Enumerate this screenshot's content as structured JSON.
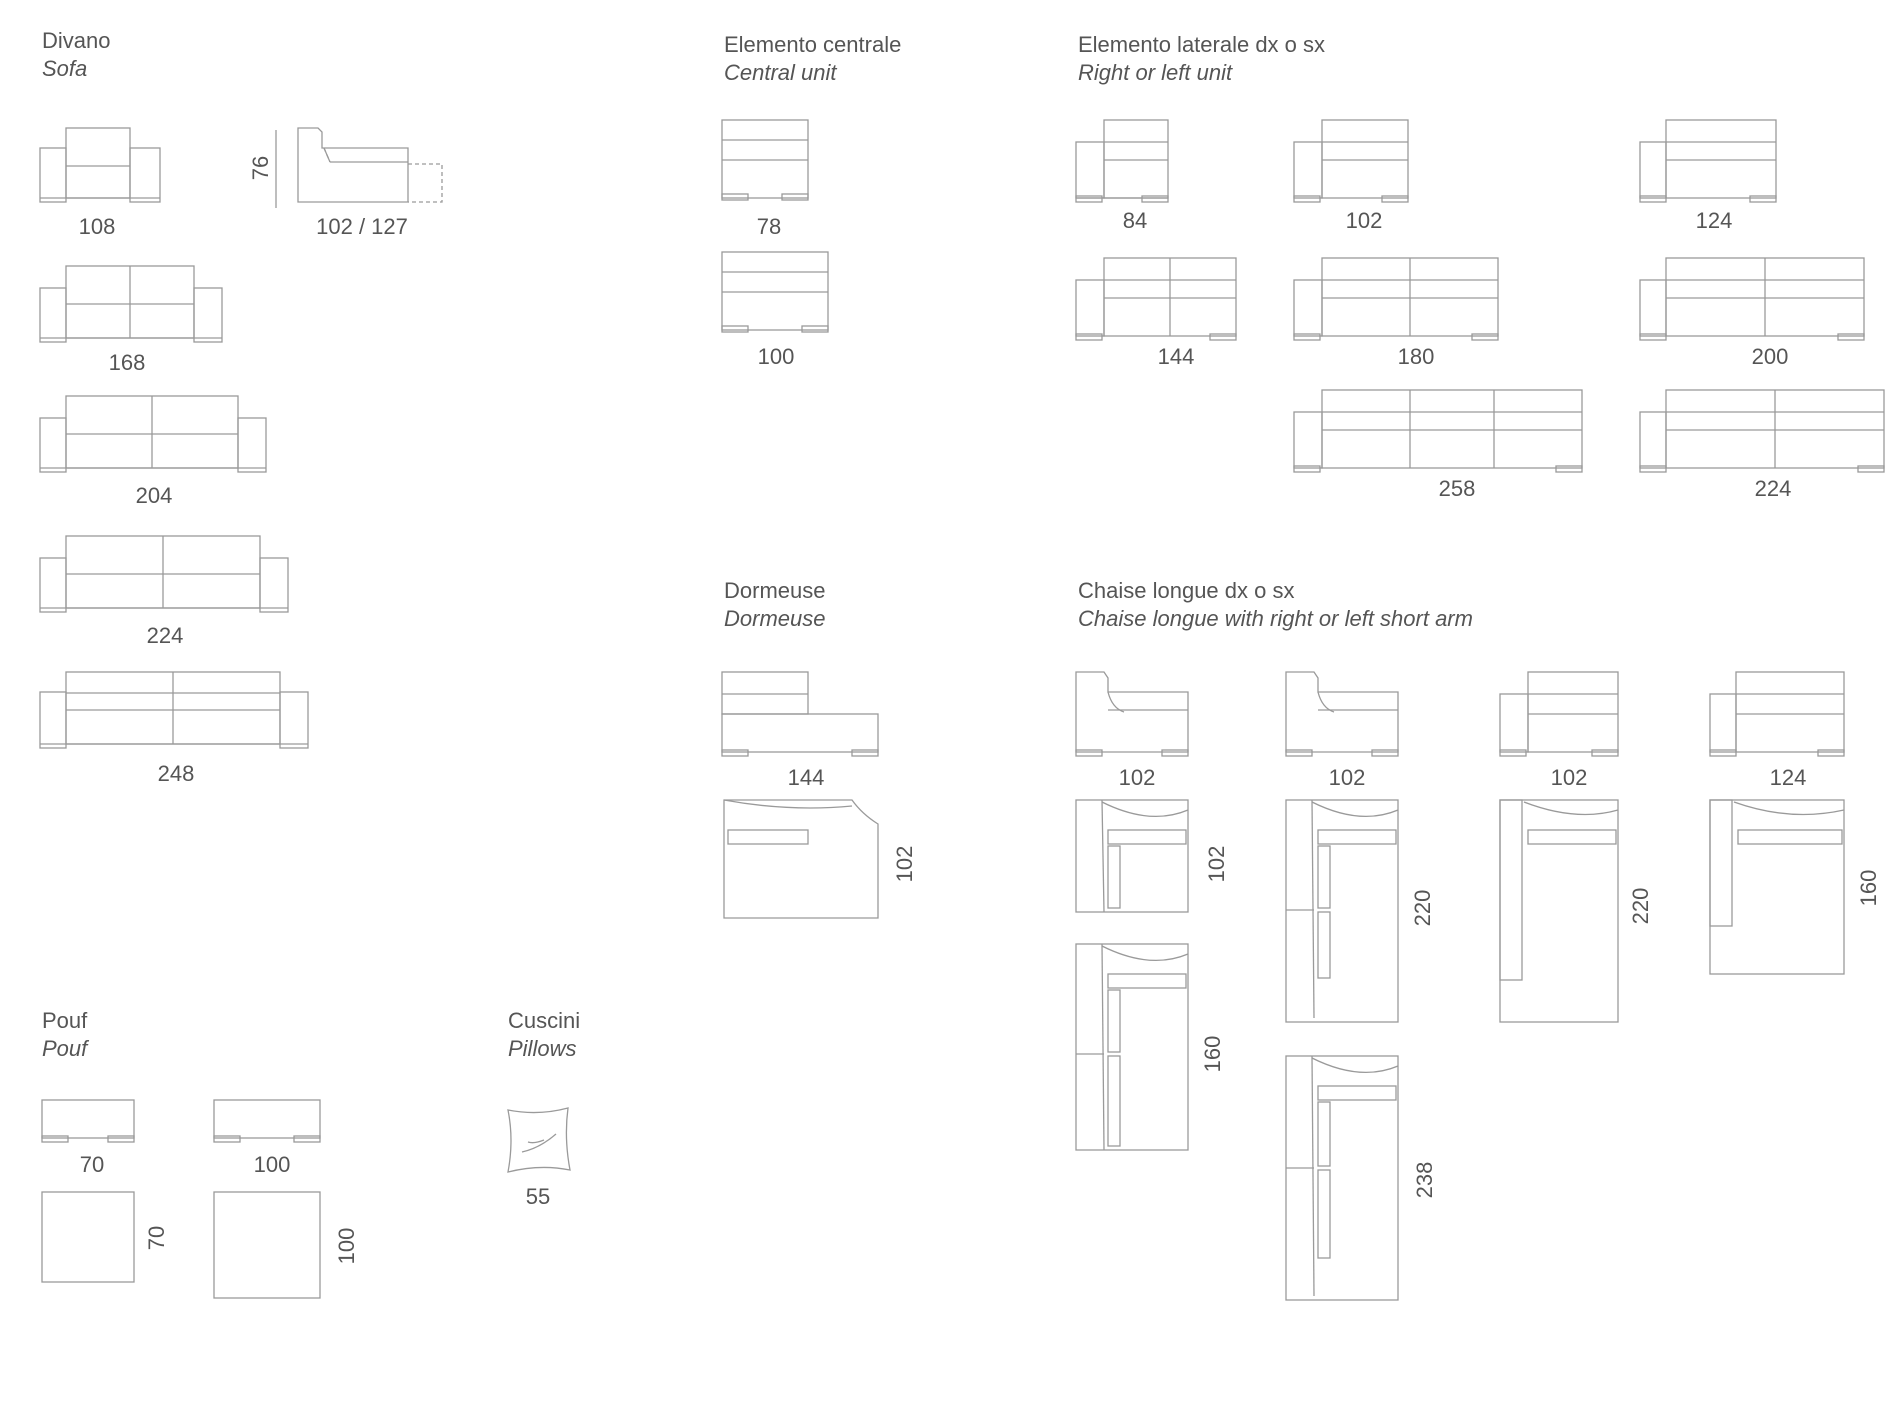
{
  "colors": {
    "line": "#9a9a9a",
    "text": "#555555",
    "background": "#ffffff"
  },
  "sections": {
    "sofa": {
      "title": "Divano",
      "subtitle": "Sofa"
    },
    "central": {
      "title": "Elemento centrale",
      "subtitle": "Central unit"
    },
    "lateral": {
      "title": "Elemento laterale dx o sx",
      "subtitle": "Right or left unit"
    },
    "dormeuse": {
      "title": "Dormeuse",
      "subtitle": "Dormeuse"
    },
    "chaise": {
      "title": "Chaise longue dx o sx",
      "subtitle": "Chaise longue with right or left short arm"
    },
    "pouf": {
      "title": "Pouf",
      "subtitle": "Pouf"
    },
    "pillows": {
      "title": "Cuscini",
      "subtitle": "Pillows"
    }
  },
  "labels": {
    "sofa_108": "108",
    "sofa_height": "76",
    "sofa_depth": "102 / 127",
    "sofa_168": "168",
    "sofa_204": "204",
    "sofa_224": "224",
    "sofa_248": "248",
    "central_78": "78",
    "central_100": "100",
    "lat_84": "84",
    "lat_102": "102",
    "lat_124": "124",
    "lat_144": "144",
    "lat_180": "180",
    "lat_200": "200",
    "lat_258": "258",
    "lat_224": "224",
    "dormeuse_144": "144",
    "dormeuse_102": "102",
    "chaise_w1": "102",
    "chaise_w2": "102",
    "chaise_w3": "102",
    "chaise_w4": "124",
    "chaise_d102": "102",
    "chaise_d160a": "160",
    "chaise_d220a": "220",
    "chaise_d238": "238",
    "chaise_d220b": "220",
    "chaise_d160b": "160",
    "pouf_70": "70",
    "pouf_100": "100",
    "pouf_d70": "70",
    "pouf_d100": "100",
    "pillow_55": "55"
  }
}
